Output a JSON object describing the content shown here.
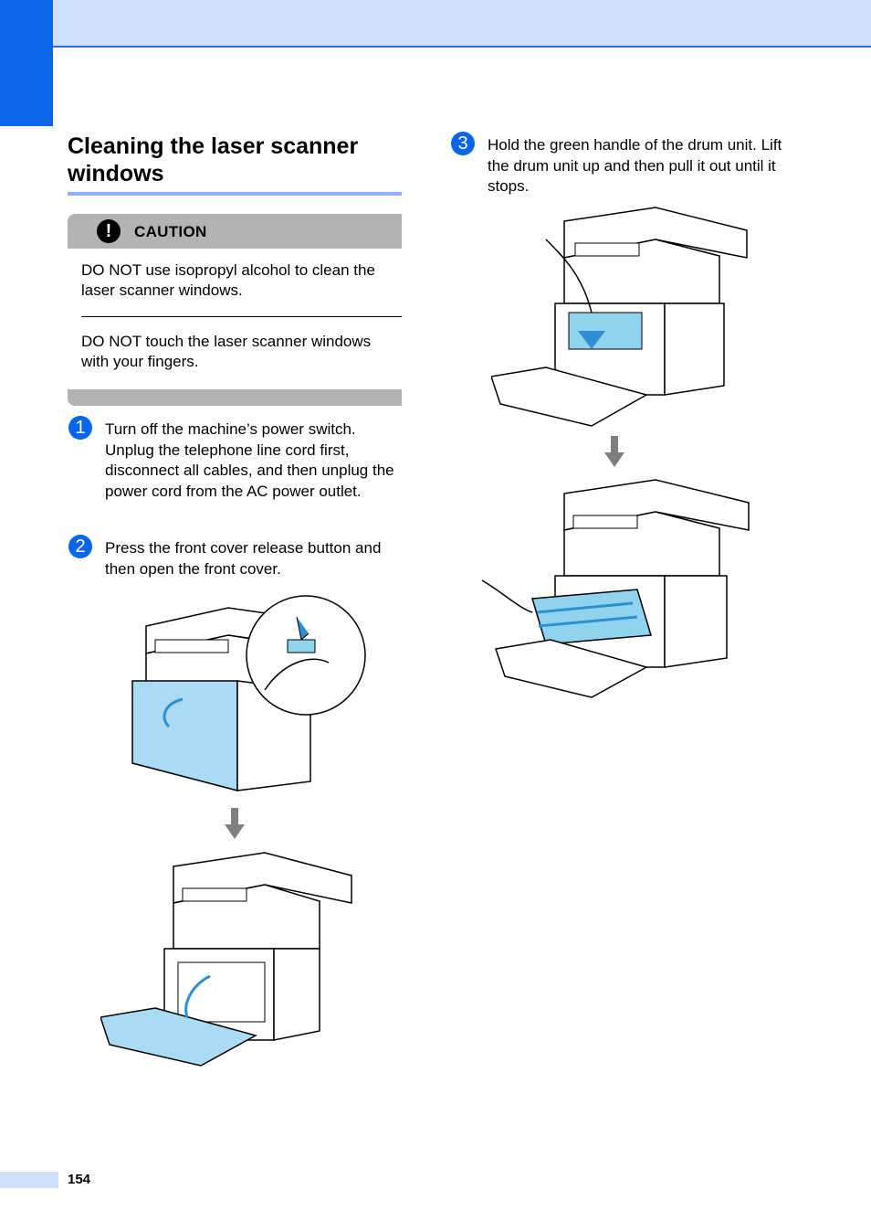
{
  "page": {
    "section_title": "Cleaning the laser scanner windows",
    "page_number": "154"
  },
  "caution": {
    "label": "CAUTION",
    "icon": "exclamation-icon",
    "items": [
      "DO NOT use isopropyl alcohol to clean the laser scanner windows.",
      "DO NOT touch the laser scanner windows with your fingers."
    ]
  },
  "steps": [
    {
      "number": "1",
      "text": "Turn off the machine’s power switch. Unplug the telephone line cord first, disconnect all cables, and then unplug the power cord from the AC power outlet."
    },
    {
      "number": "2",
      "text": "Press the front cover release button and then open the front cover."
    },
    {
      "number": "3",
      "text": "Hold the green handle of the drum unit. Lift the drum unit up and then pull it out until it stops."
    }
  ],
  "colors": {
    "accent_blue": "#0a66e8",
    "header_light_blue": "#cfe0fb",
    "caution_gray": "#b3b3b3",
    "highlight_cyan": "#8fd3ee"
  }
}
